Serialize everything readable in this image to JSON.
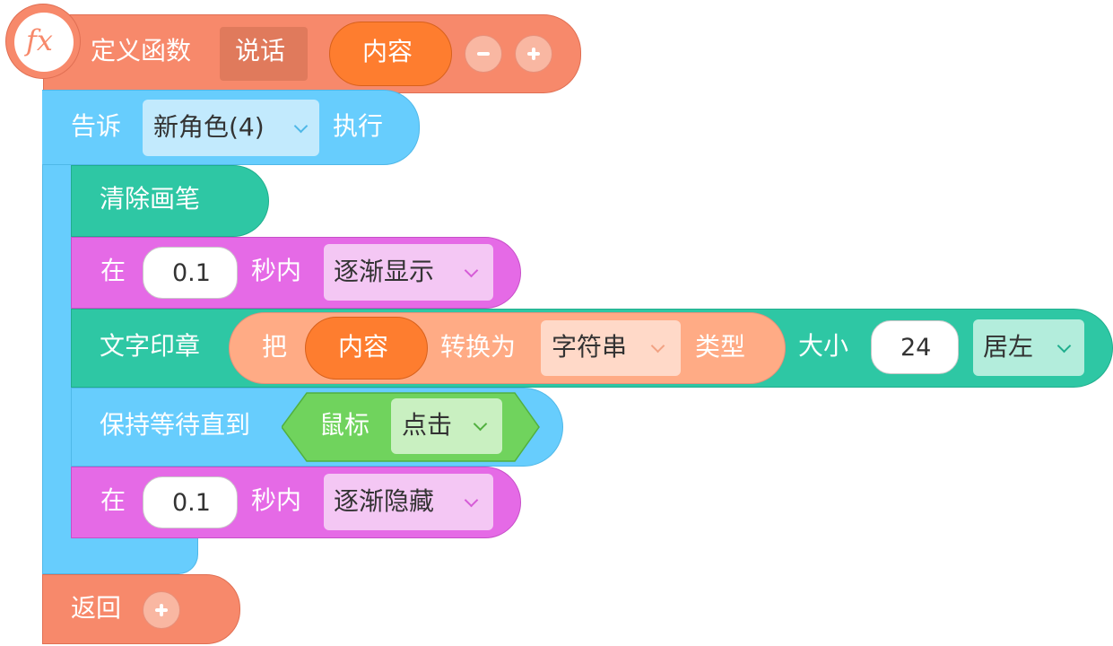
{
  "define_block": {
    "fx_icon_text": "fx",
    "label": "定义函数",
    "func_name": "说话",
    "param": "内容"
  },
  "tell_block": {
    "prefix": "告诉",
    "sprite": "新角色(4)",
    "suffix": "执行"
  },
  "clear_block": {
    "label": "清除画笔"
  },
  "fade_in_block": {
    "prefix": "在",
    "seconds": "0.1",
    "mid": "秒内",
    "effect": "逐渐显示"
  },
  "stamp_block": {
    "label": "文字印章",
    "convert_prefix": "把",
    "convert_value": "内容",
    "convert_mid": "转换为",
    "convert_type": "字符串",
    "convert_suffix": "类型",
    "size_label": "大小",
    "size_value": "24",
    "align": "居左"
  },
  "wait_block": {
    "label": "保持等待直到",
    "sensor_label": "鼠标",
    "sensor_event": "点击"
  },
  "fade_out_block": {
    "prefix": "在",
    "seconds": "0.1",
    "mid": "秒内",
    "effect": "逐渐隐藏"
  },
  "return_block": {
    "label": "返回"
  },
  "colors": {
    "function": "#f7896b",
    "control": "#67cdfd",
    "pen": "#2ec7a4",
    "looks": "#e56ae6",
    "operator": "#ffab85",
    "sensing": "#70d35d",
    "param": "#fe7d2f"
  }
}
